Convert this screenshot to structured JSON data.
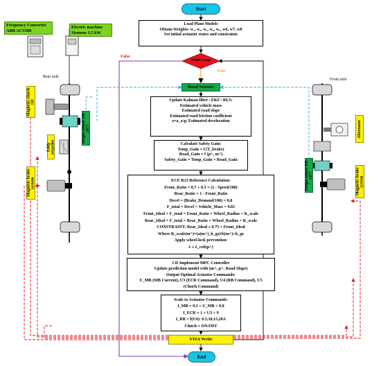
{
  "terminals": {
    "start": "Start",
    "end": "End"
  },
  "load_plant": {
    "title": "Load Plant Models",
    "line1": "Obtain Weights: w₁, w₂, w₃, w₄, w₅, w6, w7, w8",
    "line2": "Set initial actuator states and constraints"
  },
  "while_loop": "While Loop",
  "true_label": "True",
  "false_label": "False",
  "road_sensors": "Road Sensors",
  "kalman": {
    "title": "Update Kalman filter / EKF / RLS:",
    "lines": [
      "Estimated vehicle mass",
      "Estimated road slope",
      "Estimated road friction coefficient",
      "z=a_x/g: Estimated deceleration"
    ]
  },
  "safety": {
    "title": "Calculate Safety Gain:",
    "lines": [
      "Temp_Gain = f (T_brake)",
      "Road_Gain = f (μ^, m^)",
      "Safety_Gain = Temp_Gain × Road_Gain"
    ]
  },
  "ece": {
    "title": "ECE R13 Reference Calculation:",
    "lines": [
      "Front_Ratio = 0.7 + 0.3 × (1 - Speed/100)",
      "Rear_Ratio = 1 - Front_Ratio",
      "Decel = (Brake_Demand/100) × 0.8",
      "F_total = Decel × Vehicle_Mass × 9.81",
      "Front_Ideal = F_total × Front_Ratio × Wheel_Radius × K_scale",
      "Rear_Ideal = F_total × Rear_Ratio × Wheel_Radius × K_scale",
      "CONSTRAINT: Rear_Ideal ≤ 0.75 × Front_Ideal",
      "Where K_scale(m^)=(a(m^)_h_gz)/b(m^)+h_gz",
      "Apply wheel-lock prevention:",
      "λ ≤ λ_crit(μ^)"
    ]
  },
  "mpc": {
    "title": "CD Implement MPC Controller",
    "lines": [
      "Update prediction model with (m^, μ^, Road Slope)",
      "Output Optimal Actuator Commands:",
      "U_MB (MB Current), U3 (ECR Command), U4 (RB Command), U5",
      "(Clutch Command)"
    ]
  },
  "scale": {
    "title": "Scale to Actuator Commands:",
    "lines": [
      "I_MB = 0.1 + U_MB × 0.8",
      "I_ECR = 1 + U3 × 9",
      "I_RB = f(U4): 0.5,10,15,20A",
      "Clutch = ON/OFF"
    ]
  },
  "visa": "VISA Write",
  "left_hw": {
    "converter_line1": "Frequency Converter",
    "converter_line2": "ABB ACS580",
    "machine_line1": "Electric machine",
    "machine_line2": "Siemens  1.5 kW",
    "rear_axle": "Rear axle",
    "clutch": "Magnetic clutch OF",
    "eddy": "Eddy retarder",
    "torque": "Torque sensor DR-2477",
    "brake": "Magnetic brake system"
  },
  "right_hw": {
    "front_axle": "Front axle",
    "alternator": "Alternator",
    "torque": "Torque sensor DR-2477",
    "brake": "Magnetic brake system"
  },
  "colors": {
    "terminal": "#19c4e6",
    "sensor_green": "#17a74a",
    "label_green": "#7ed321",
    "yellow": "#fff200",
    "decision": "#e8121b",
    "true_orange": "#f5a623",
    "false_purple": "#7b3fbf",
    "dashed_red": "#e8121b",
    "dashed_cyan": "#2bb4e8"
  }
}
